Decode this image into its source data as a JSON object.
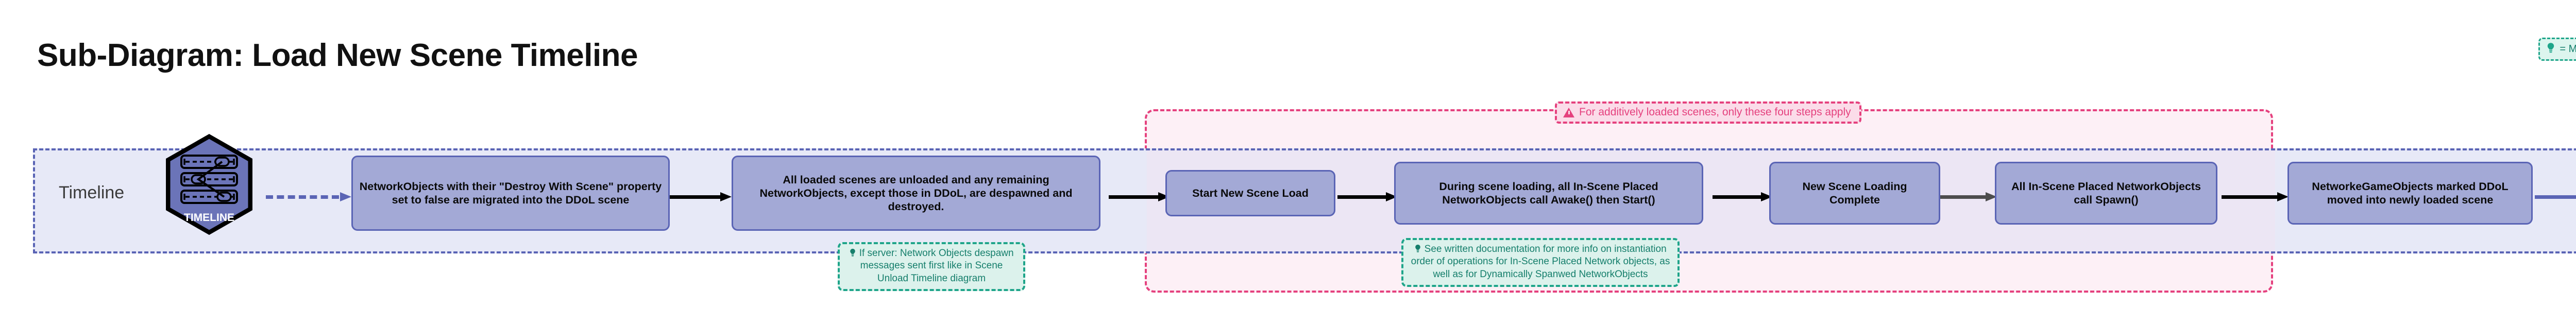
{
  "page": {
    "title": "Sub-Diagram: Load New Scene Timeline"
  },
  "legend": {
    "icon": "lightbulb-icon",
    "text": "= More info"
  },
  "lane": {
    "label": "Timeline",
    "icon_name": "timeline-hexagon-icon",
    "icon_caption": "TIMELINE"
  },
  "additive_region": {
    "icon": "warning-triangle-icon",
    "note": "For additively loaded scenes, only these four steps apply",
    "accent_color": "#e5417e",
    "fill_color": "#fdf0f6"
  },
  "nodes": [
    {
      "id": "node-ddol-migrate",
      "text": "NetworkObjects with their \"Destroy With Scene\" property set to false are migrated into the DDoL scene"
    },
    {
      "id": "node-unload-scenes",
      "text": "All loaded scenes are unloaded and any remaining NetworkObjects, except those in DDoL, are despawned and destroyed."
    },
    {
      "id": "node-start-load",
      "text": "Start New Scene Load"
    },
    {
      "id": "node-awake-start",
      "text": "During scene loading, all In-Scene Placed NetworkObjects call Awake() then Start()"
    },
    {
      "id": "node-loading-complete",
      "text": "New Scene Loading Complete"
    },
    {
      "id": "node-call-spawn",
      "text": "All In-Scene Placed NetworkObjects call Spawn()"
    },
    {
      "id": "node-ddol-move",
      "text": "NetworkeGameObjects marked DDoL moved into newly loaded scene"
    }
  ],
  "notes": [
    {
      "id": "note-despawn",
      "icon": "lightbulb-icon",
      "text": "If server: Network Objects despawn messages sent first like in Scene Unload Timeline diagram"
    },
    {
      "id": "note-docs",
      "icon": "lightbulb-icon",
      "text": "See written documentation for more info on instantiation order of operations for In-Scene Placed Network objects, as well as for Dynamically Spanwed NetworkObjects"
    }
  ],
  "colors": {
    "node_fill": "#a3a9d6",
    "node_stroke": "#5a64b5",
    "lane_fill": "#e7e9f7",
    "note_fill": "#dcf2ec",
    "note_stroke": "#1fa58a"
  }
}
